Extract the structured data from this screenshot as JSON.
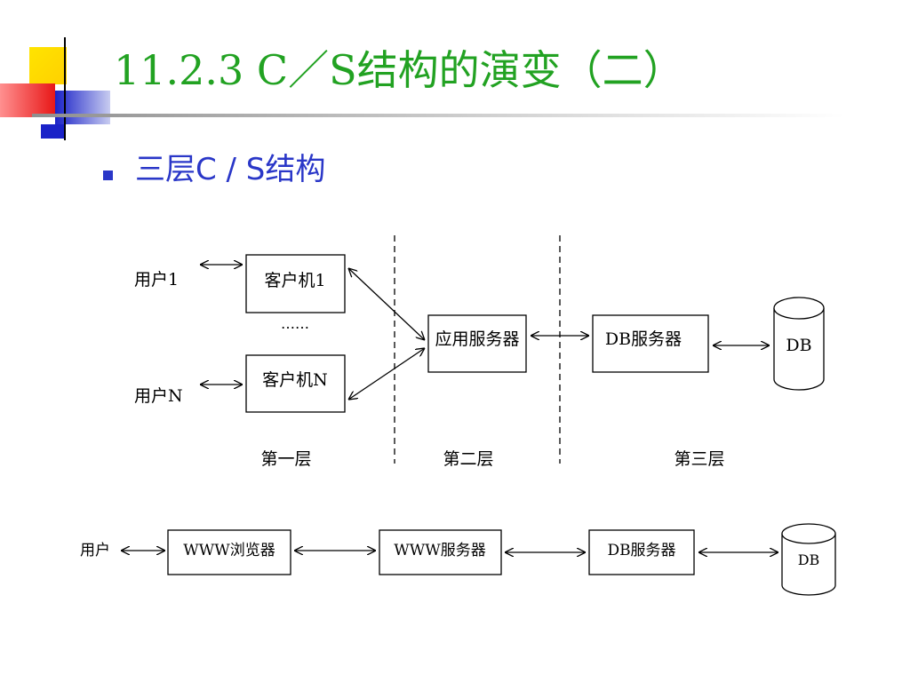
{
  "slide": {
    "title": "11.2.3  C／S结构的演变（二）",
    "bullet": "三层C / S结构"
  },
  "diagram_top": {
    "user1": "用户1",
    "userN": "用户N",
    "client1": "客户机1",
    "clientN": "客户机N",
    "ellipsis": "……",
    "app_server": "应用服务器",
    "db_server": "DB服务器",
    "db": "DB",
    "tier1": "第一层",
    "tier2": "第二层",
    "tier3": "第三层"
  },
  "diagram_bottom": {
    "user": "用户",
    "browser": "WWW浏览器",
    "web_server": "WWW服务器",
    "db_server": "DB服务器",
    "db": "DB"
  },
  "colors": {
    "title": "#22a222",
    "bullet": "#2a37c8"
  }
}
